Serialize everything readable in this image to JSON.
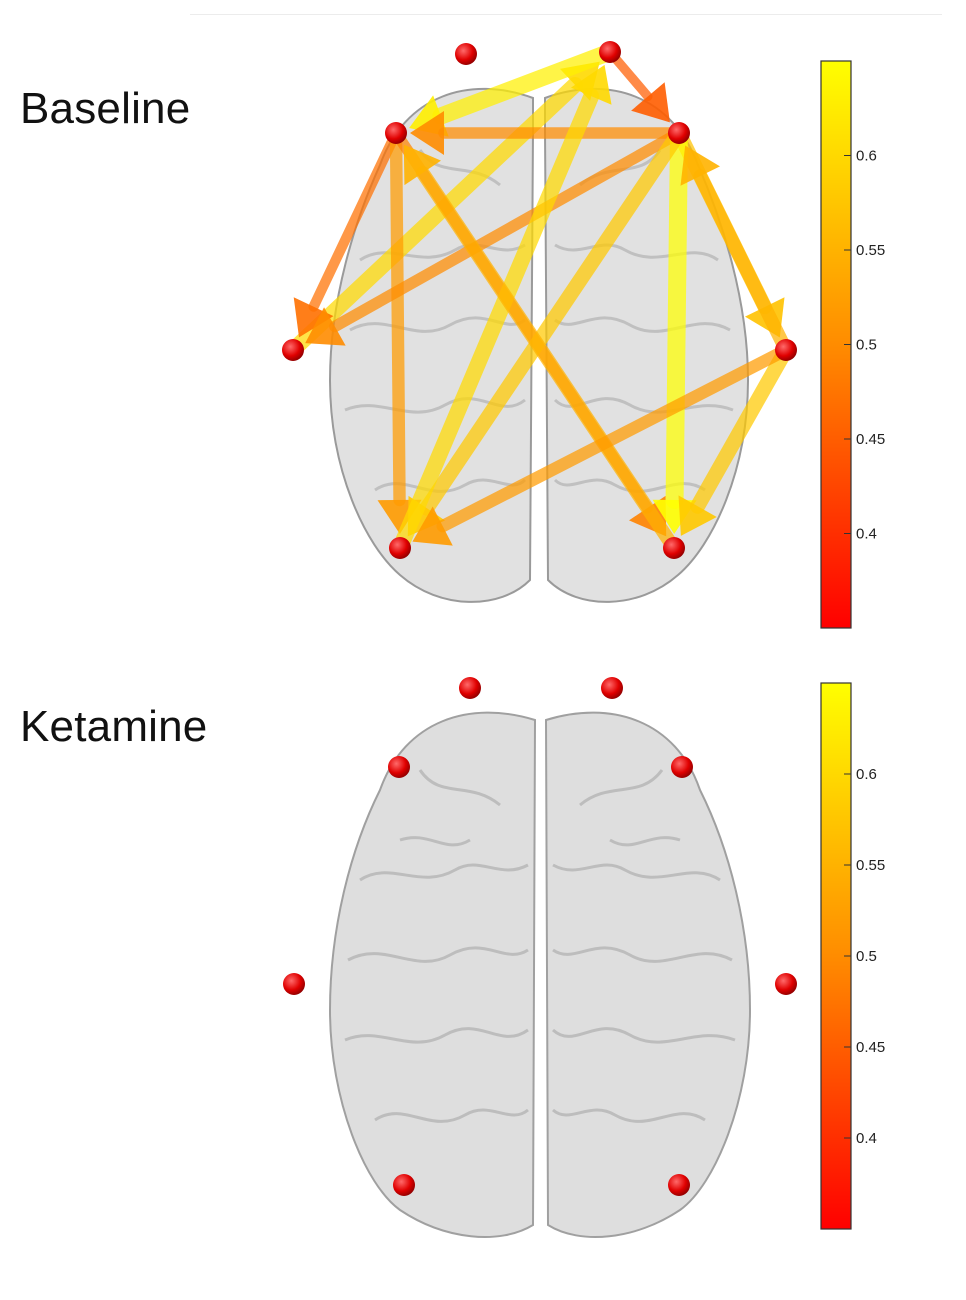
{
  "panels": [
    {
      "id": "baseline",
      "label": "Baseline",
      "colorbar": {
        "ticks": [
          "0.6",
          "0.55",
          "0.5",
          "0.45",
          "0.4"
        ],
        "tick_values": [
          0.6,
          0.55,
          0.5,
          0.45,
          0.4
        ],
        "range": [
          0.35,
          0.65
        ],
        "colors": {
          "low": "#ff0000",
          "mid": "#ff8c00",
          "high": "#ffff00"
        }
      },
      "connections": [
        {
          "from": "L-temporal",
          "to": "R-frontal-top",
          "strength": 0.6
        },
        {
          "from": "R-frontal-top",
          "to": "L-frontal",
          "strength": 0.63
        },
        {
          "from": "R-frontal-top",
          "to": "R-frontal",
          "strength": 0.45
        },
        {
          "from": "R-frontal",
          "to": "L-frontal",
          "strength": 0.5
        },
        {
          "from": "L-frontal",
          "to": "L-temporal",
          "strength": 0.47
        },
        {
          "from": "L-frontal",
          "to": "L-occipital",
          "strength": 0.52
        },
        {
          "from": "L-frontal",
          "to": "R-occipital",
          "strength": 0.49
        },
        {
          "from": "R-frontal",
          "to": "L-temporal",
          "strength": 0.5
        },
        {
          "from": "R-frontal",
          "to": "R-temporal",
          "strength": 0.57
        },
        {
          "from": "R-frontal",
          "to": "R-occipital",
          "strength": 0.65
        },
        {
          "from": "R-frontal",
          "to": "L-occipital",
          "strength": 0.58
        },
        {
          "from": "L-occipital",
          "to": "R-frontal-top",
          "strength": 0.6
        },
        {
          "from": "R-temporal",
          "to": "R-occipital",
          "strength": 0.58
        },
        {
          "from": "R-occipital",
          "to": "L-frontal",
          "strength": 0.55
        },
        {
          "from": "R-temporal",
          "to": "L-occipital",
          "strength": 0.52
        },
        {
          "from": "R-temporal",
          "to": "R-frontal",
          "strength": 0.55
        }
      ]
    },
    {
      "id": "ketamine",
      "label": "Ketamine",
      "colorbar": {
        "ticks": [
          "0.6",
          "0.55",
          "0.5",
          "0.45",
          "0.4"
        ],
        "tick_values": [
          0.6,
          0.55,
          0.5,
          0.45,
          0.4
        ],
        "range": [
          0.35,
          0.65
        ],
        "colors": {
          "low": "#ff0000",
          "mid": "#ff8c00",
          "high": "#ffff00"
        }
      },
      "connections": []
    }
  ],
  "node_color": "#e00000",
  "brain_color": "#d9d9d9"
}
